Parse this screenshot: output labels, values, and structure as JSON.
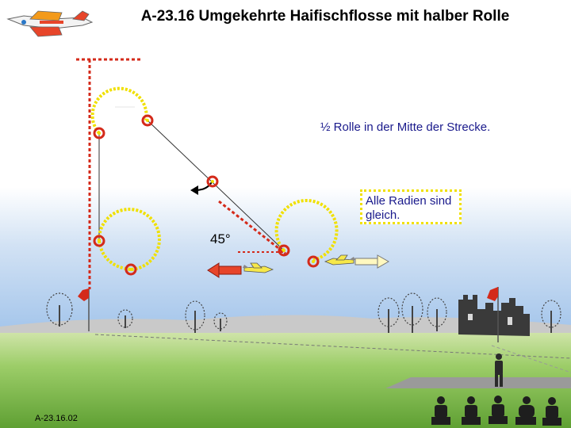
{
  "title": "A-23.16 Umgekehrte Haifischflosse mit halber Rolle",
  "notes": {
    "half_roll": "½ Rolle in der Mitte der Strecke.",
    "radii": "Alle Radien sind gleich."
  },
  "angle_label": "45°",
  "figure_code": "A-23.16.02",
  "icons": [
    "aerobatic-plane-icon",
    "flag-icon",
    "tree-icon",
    "castle-ruin-icon",
    "pilot-silhouette-icon",
    "judges-silhouette-icon"
  ],
  "colors": {
    "sky_top": "#8fb8e8",
    "grass": "#7ab648",
    "yellow_loop": "#f0e000",
    "red_marker": "#d42a1a",
    "flight_line": "#333333"
  }
}
